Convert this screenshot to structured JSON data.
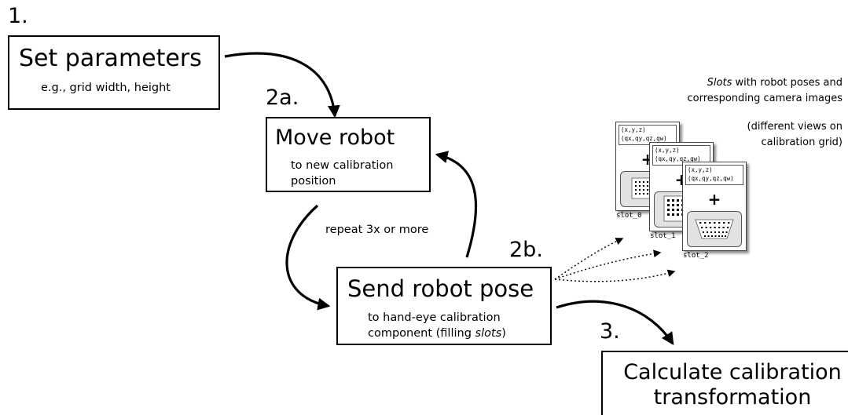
{
  "steps": {
    "s1": "1.",
    "s2a": "2a.",
    "s2b": "2b.",
    "s3": "3."
  },
  "boxes": {
    "set_parameters": {
      "title": "Set parameters",
      "subtitle": "e.g., grid width, height"
    },
    "move_robot": {
      "title": "Move robot",
      "subtitle": "to new calibration position"
    },
    "send_robot_pose": {
      "title": "Send robot pose",
      "subtitle_before": "to hand-eye calibration component (filling ",
      "subtitle_em": "slots",
      "subtitle_after": ")"
    },
    "calculate": {
      "title": "Calculate calibration transformation"
    }
  },
  "loop_label": "repeat 3x or more",
  "slots_caption": {
    "em": "Slots",
    "line1_rest": " with robot poses and",
    "line2": "corresponding camera images"
  },
  "views_caption": {
    "line1": "(different views on",
    "line2": "calibration grid)"
  },
  "slots": [
    {
      "label": "slot_0",
      "pose_line1": "(x,y,z)",
      "pose_line2": "(qx,qy,qz,qw)",
      "plus": "+"
    },
    {
      "label": "slot_1",
      "pose_line1": "(x,y,z)",
      "pose_line2": "(qx,qy,qz,qw)",
      "plus": "+"
    },
    {
      "label": "slot_2",
      "pose_line1": "(x,y,z)",
      "pose_line2": "(qx,qy,qz,qw)",
      "plus": "+"
    }
  ]
}
